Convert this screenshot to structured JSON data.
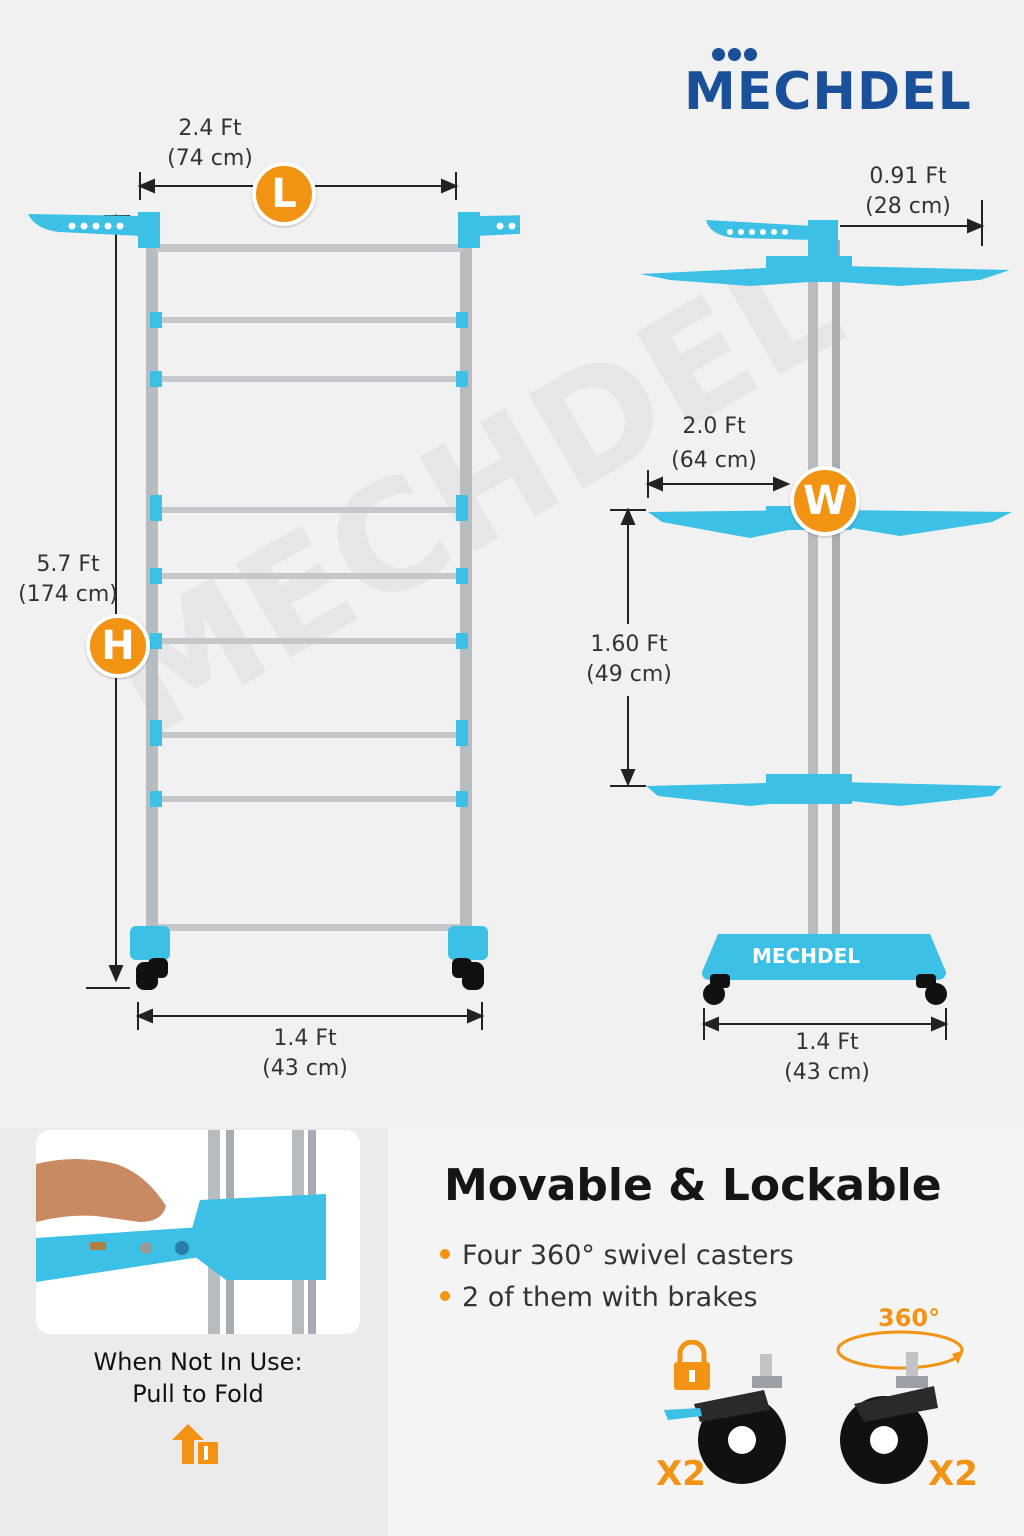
{
  "brand": {
    "logo_text": "MECHDEL",
    "base_label": "MECHDEL"
  },
  "front_view": {
    "length_ft": "2.4 Ft",
    "length_cm": "(74 cm)",
    "length_badge": "L",
    "height_ft": "5.7 Ft",
    "height_cm": "(174 cm)",
    "height_badge": "H",
    "base_width_ft": "1.4 Ft",
    "base_width_cm": "(43 cm)"
  },
  "side_view": {
    "wing_ft": "0.91 Ft",
    "wing_cm": "(28 cm)",
    "width_ft": "2.0 Ft",
    "width_cm": "(64 cm)",
    "width_badge": "W",
    "tier_gap_ft": "1.60 Ft",
    "tier_gap_cm": "(49 cm)",
    "base_width_ft": "1.4 Ft",
    "base_width_cm": "(43 cm)"
  },
  "fold_panel": {
    "line1": "When Not In Use:",
    "line2": "Pull to Fold"
  },
  "features": {
    "title": "Movable & Lockable",
    "bullets": [
      "Four 360° swivel casters",
      "2 of them with brakes"
    ],
    "rotation_label": "360°",
    "brake_count": "X2",
    "swivel_count": "X2"
  },
  "colors": {
    "accent_orange": "#f29314",
    "rack_blue": "#3cc0e6",
    "brand_blue": "#1a4f9a",
    "steel": "#b7bcc1"
  }
}
